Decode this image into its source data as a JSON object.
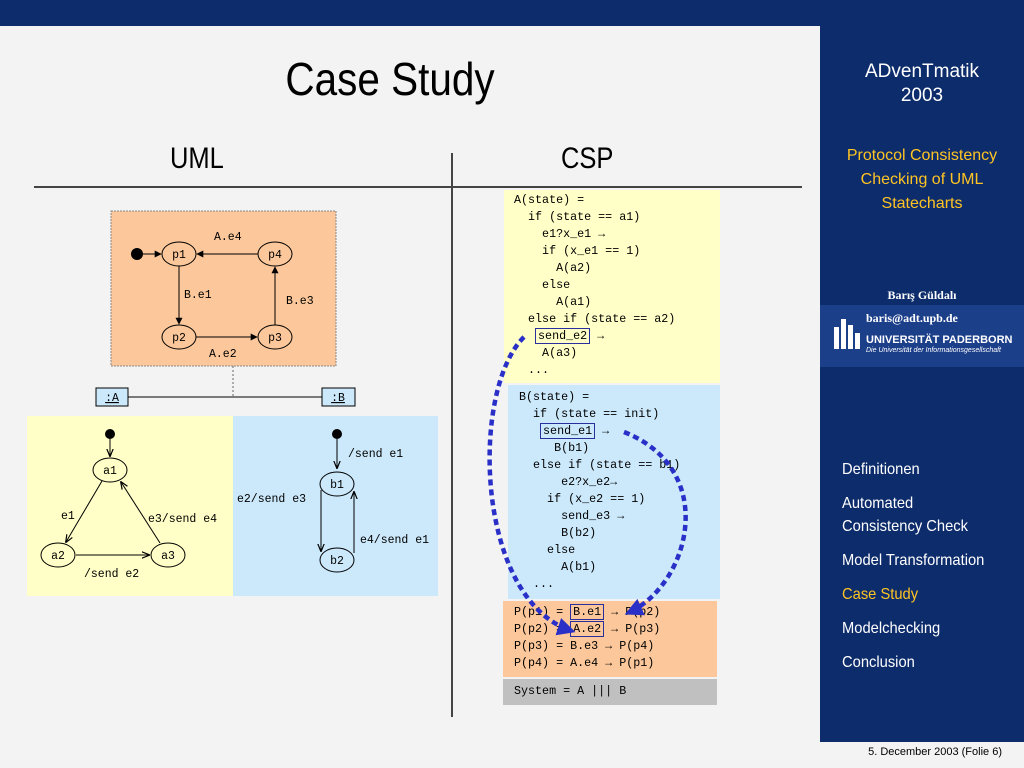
{
  "slide": {
    "title": "Case Study",
    "uml_heading": "UML",
    "csp_heading": "CSP",
    "footer": "5. December 2003 (Folie 6)"
  },
  "sidebar": {
    "title_line1": "ADvenTmatik",
    "title_line2": "2003",
    "subtitle": "Protocol Consistency Checking of UML Statecharts",
    "author": "Barış Güldalı",
    "email": "baris@adt.upb.de",
    "university": "UNIVERSITÄT PADERBORN",
    "university_sub": "Die Universität der Informationsgesellschaft",
    "nav": [
      {
        "label": "Definitionen",
        "active": false
      },
      {
        "label": "Automated\nConsistency Check",
        "active": false
      },
      {
        "label": "Model Transformation",
        "active": false
      },
      {
        "label": "Case Study",
        "active": true
      },
      {
        "label": "Modelchecking",
        "active": false
      },
      {
        "label": "Conclusion",
        "active": false
      }
    ]
  },
  "colors": {
    "navy": "#0d2c6b",
    "accent": "#ffc423",
    "orange_box": "#fcc89b",
    "yellow_box": "#ffffc7",
    "blue_box": "#cce9fb",
    "gray_box": "#c0c0c0",
    "dashed_arrow": "#2a2fc8"
  },
  "uml": {
    "protocol": {
      "states": [
        "p1",
        "p2",
        "p3",
        "p4"
      ],
      "transitions": [
        "A.e4",
        "B.e1",
        "B.e3",
        "A.e2"
      ]
    },
    "object_a": ":A",
    "object_b": ":B",
    "machine_a": {
      "states": [
        "a1",
        "a2",
        "a3"
      ],
      "transitions": [
        "e1",
        "e3/send e4",
        "/send e2"
      ]
    },
    "machine_b": {
      "states": [
        "b1",
        "b2"
      ],
      "transitions": [
        "/send e1",
        "e2/send e3",
        "e4/send e1"
      ]
    }
  },
  "csp": {
    "a_lines": [
      "A(state) =",
      "  if (state == a1)",
      "    e1?x_e1 →",
      "    if (x_e1 == 1)",
      "      A(a2)",
      "    else",
      "      A(a1)",
      "  else if (state == a2)"
    ],
    "a_send": "send_e2",
    "a_tail": [
      "    A(a3)",
      "  ..."
    ],
    "b_head": [
      "B(state) =",
      "  if (state == init)"
    ],
    "b_send": "send_e1",
    "b_tail": [
      "     B(b1)",
      "  else if (state == b1)",
      "      e2?x_e2→",
      "    if (x_e2 == 1)",
      "      send_e3 →",
      "      B(b2)",
      "    else",
      "      A(b1)",
      "  ..."
    ],
    "p_rows": [
      {
        "lhs": "P(p1) = ",
        "event": "B.e1",
        "rhs": " → P(p2)"
      },
      {
        "lhs": "P(p2) = ",
        "event": "A.e2",
        "rhs": " → P(p3)"
      },
      {
        "lhs": "P(p3) = ",
        "event": "B.e3",
        "rhs": " → P(p4)"
      },
      {
        "lhs": "P(p4) = ",
        "event": "A.e4",
        "rhs": " → P(p1)"
      }
    ],
    "system": "System = A ||| B"
  }
}
